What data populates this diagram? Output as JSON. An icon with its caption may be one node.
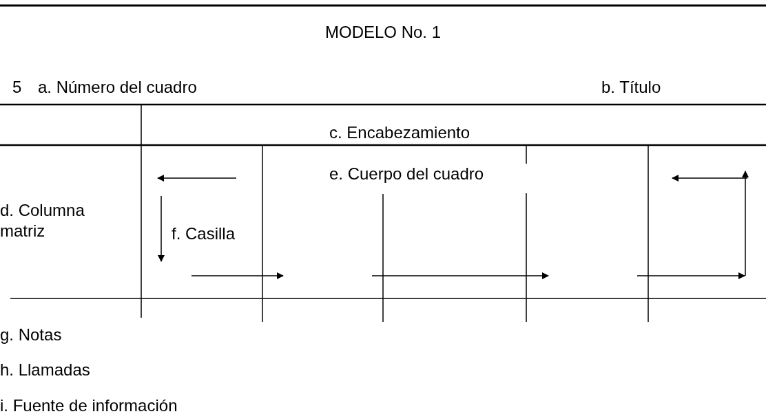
{
  "diagram": {
    "title": "MODELO No. 1",
    "labels": [
      "5",
      "a. Número del cuadro",
      "b. Título",
      "c. Encabezamiento",
      "e. Cuerpo del cuadro",
      "d. Columna matriz",
      "f. Casilla",
      "g. Notas",
      "h. Llamadas",
      "i. Fuente de información"
    ]
  }
}
